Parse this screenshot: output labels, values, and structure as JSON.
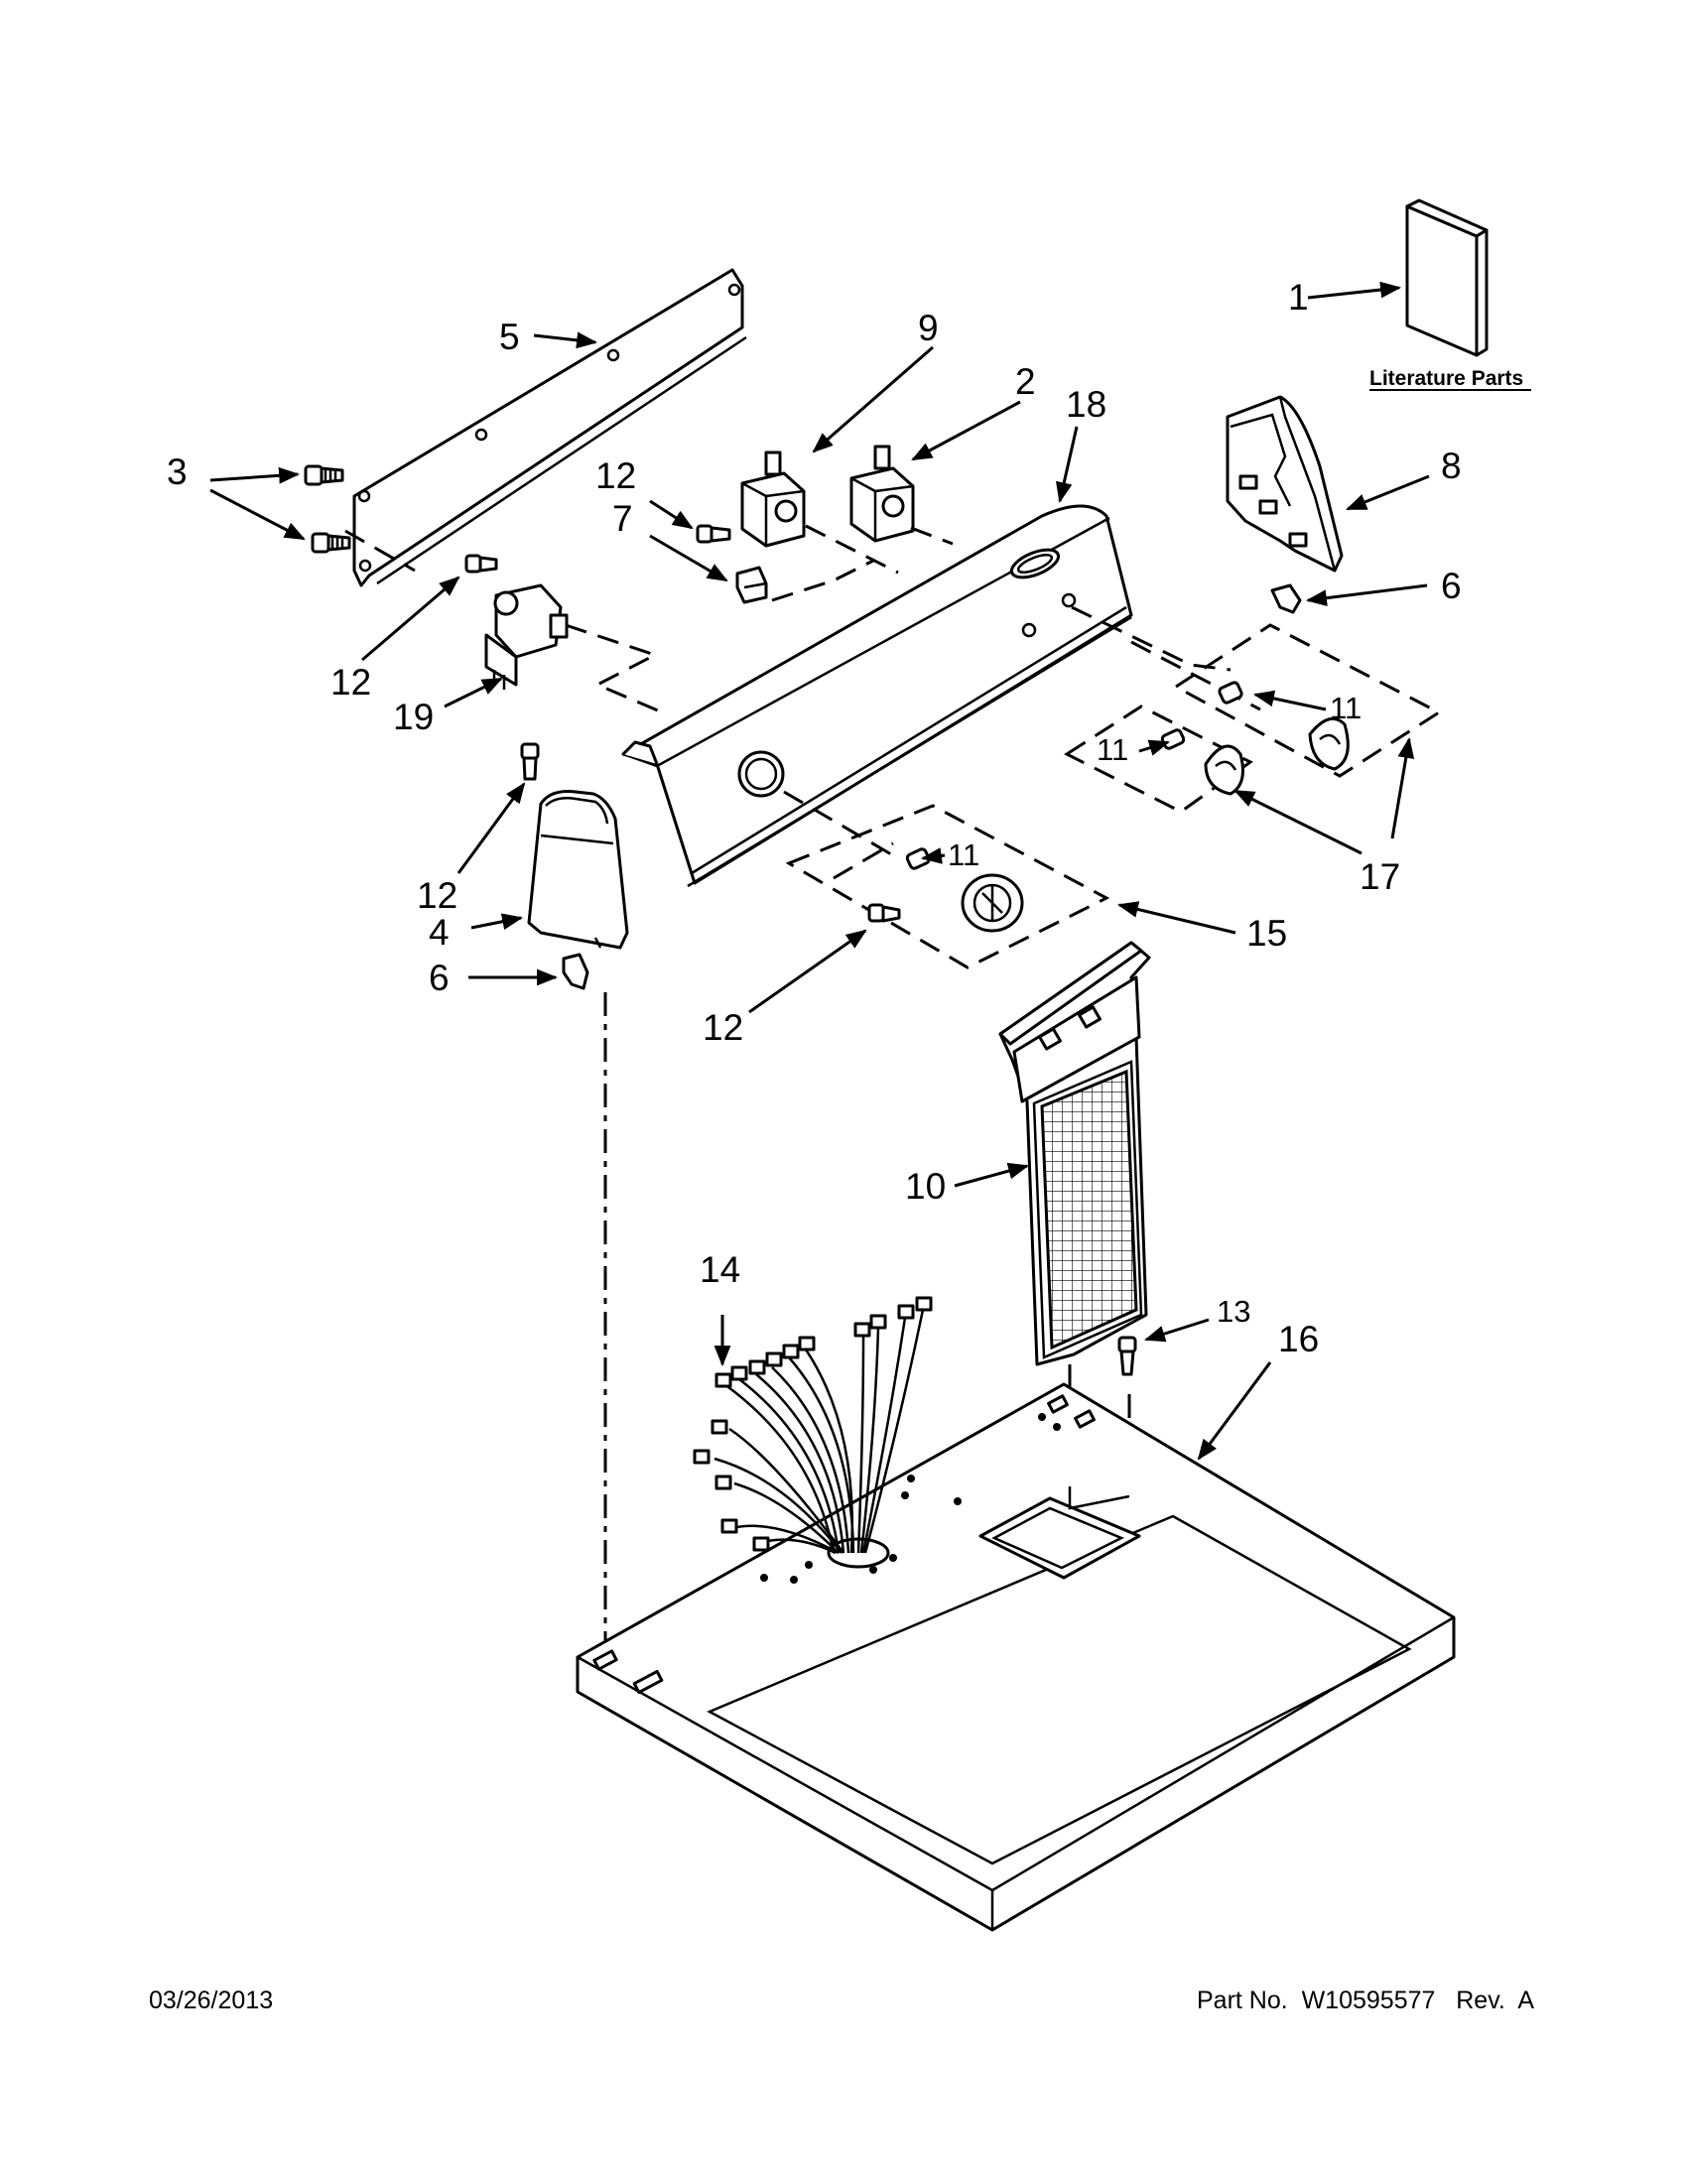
{
  "callouts": {
    "c1": "1",
    "c2": "2",
    "c3": "3",
    "c4": "4",
    "c5": "5",
    "c6a": "6",
    "c6b": "6",
    "c7": "7",
    "c8": "8",
    "c9": "9",
    "c10": "10",
    "c11a": "11",
    "c11b": "11",
    "c11c": "11",
    "c12a": "12",
    "c12b": "12",
    "c12c": "12",
    "c12d": "12",
    "c13": "13",
    "c14": "14",
    "c15": "15",
    "c16": "16",
    "c17": "17",
    "c18": "18",
    "c19": "19"
  },
  "literature_label": "Literature Parts",
  "footer": {
    "date": "03/26/2013",
    "part_number": "Part No.  W10595577   Rev.  A"
  }
}
